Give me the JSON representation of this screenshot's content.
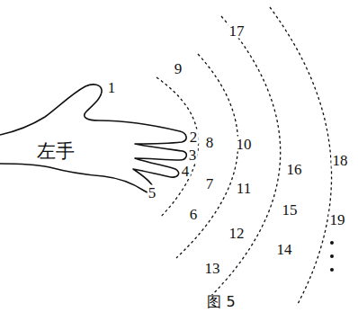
{
  "diagram": {
    "caption": "图 5",
    "labels": [
      "左手",
      "1",
      "2",
      "3",
      "4",
      "5",
      "6",
      "7",
      "8",
      "9",
      "10",
      "11",
      "12",
      "13",
      "14",
      "15",
      "16",
      "17",
      "18",
      "19"
    ]
  }
}
